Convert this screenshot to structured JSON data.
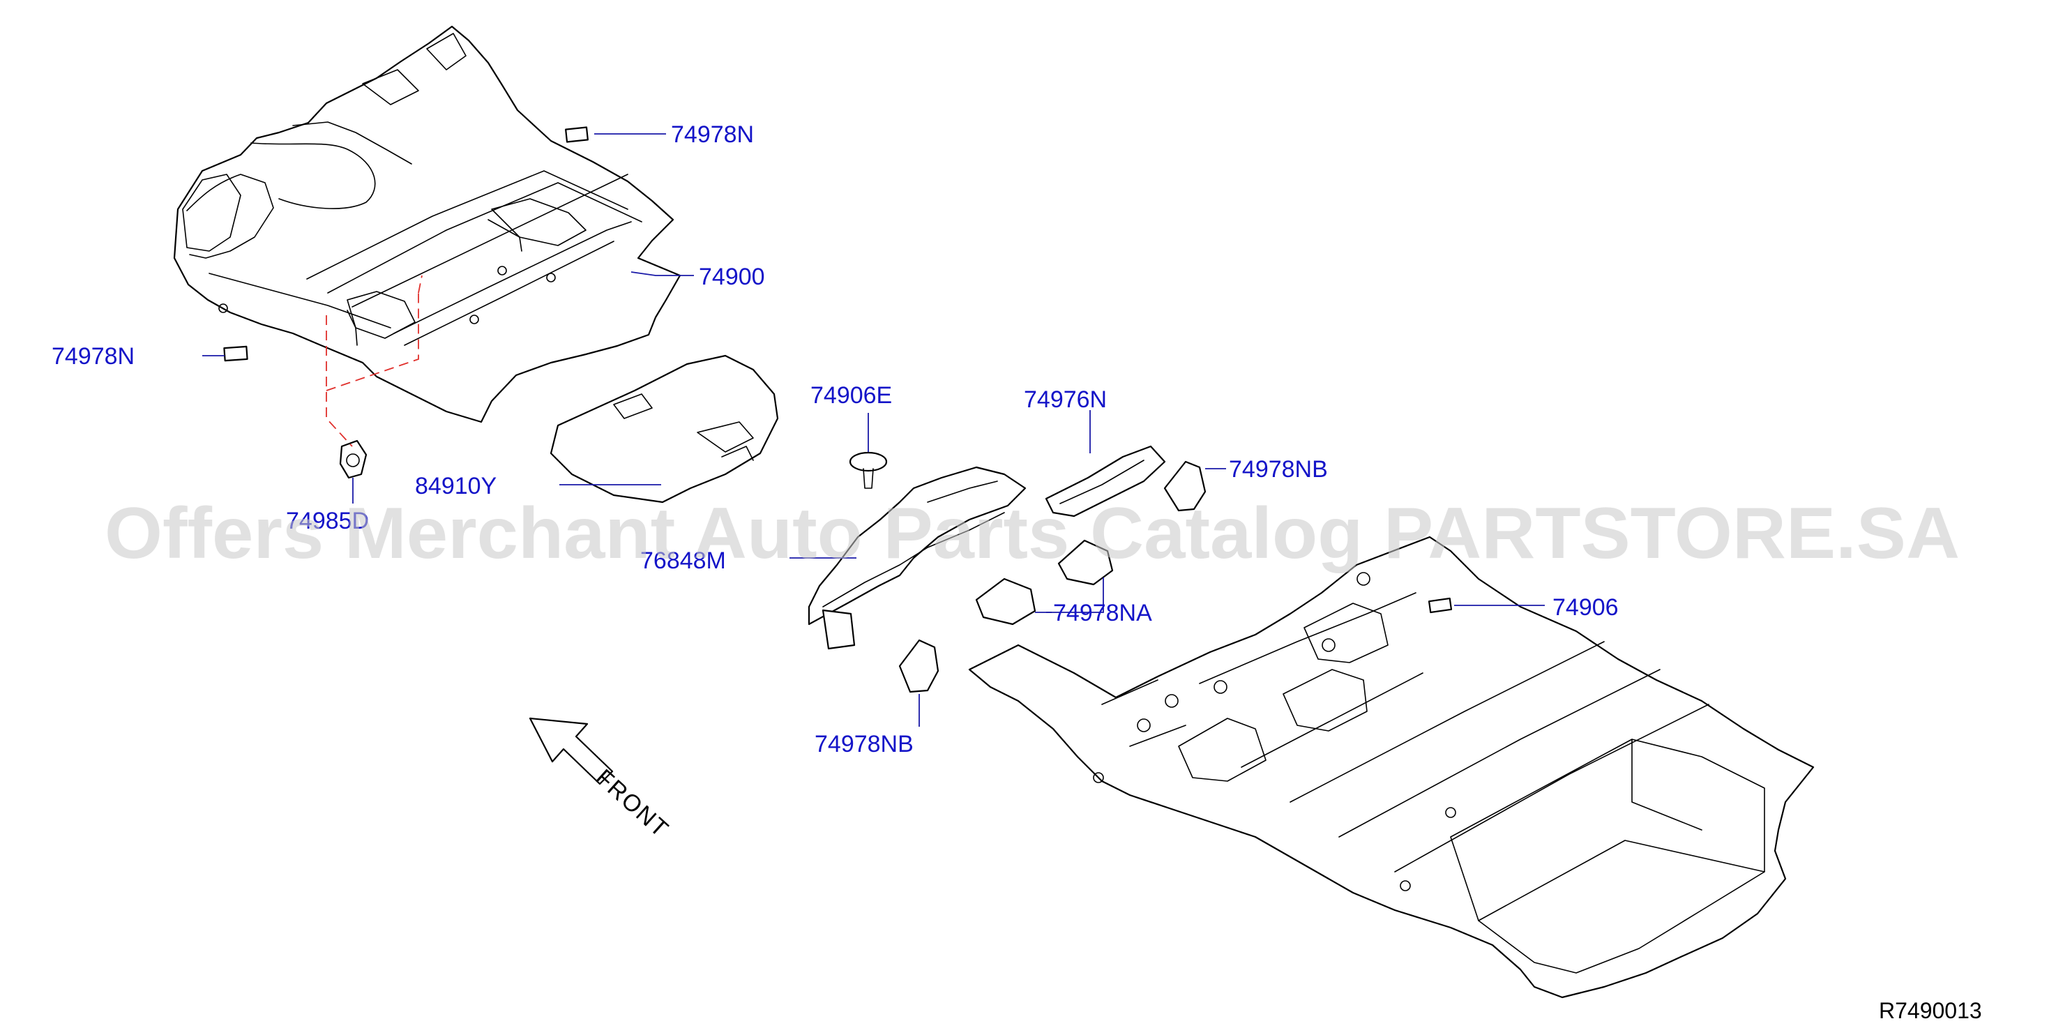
{
  "watermark": "Offers Merchant Auto Parts Catalog PARTSTORE.SA",
  "diagram_code": "R7490013",
  "front_label": "FRONT",
  "callouts": {
    "c1": "74978N",
    "c2": "74900",
    "c3": "74978N",
    "c4": "74985D",
    "c5": "84910Y",
    "c6": "74906E",
    "c7": "76848M",
    "c8": "74976N",
    "c9": "74978NB",
    "c10": "74978NA",
    "c11": "74978NB",
    "c12": "74906"
  }
}
